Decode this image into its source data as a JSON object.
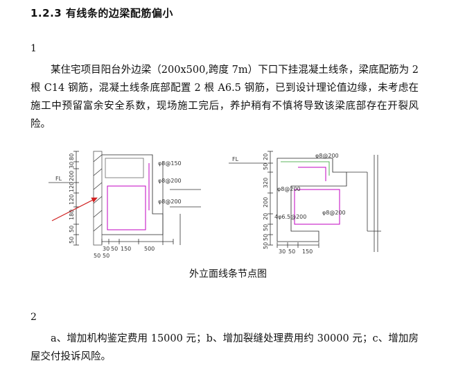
{
  "section": {
    "heading": "1.2.3 有线条的边梁配筋偏小"
  },
  "item1": {
    "number": "1",
    "text": "某住宅项目阳台外边梁（200x500,跨度 7m）下口下挂混凝土线条，梁底配筋为 2 根 C14 钢筋，混凝土线条底部配置 2 根 A6.5 钢筋，已到设计理论值边缘，未考虑在施工中预留富余安全系数，现场施工完后，养护稍有不慎将导致该梁底部存在开裂风险。"
  },
  "figure": {
    "caption": "外立面线条节点图",
    "left_drawing": {
      "dims_vertical": [
        "80",
        "30",
        "200",
        "120",
        "120",
        "180",
        "50",
        "50"
      ],
      "dims_horizontal": [
        "30",
        "50",
        "150",
        "500",
        "50",
        "50"
      ],
      "notes": [
        "φ8@150",
        "φ8@200",
        "φ8@200",
        "FL"
      ]
    },
    "right_drawing": {
      "dims_vertical": [
        "20",
        "50",
        "320",
        "200",
        "20",
        "50",
        "50",
        "50"
      ],
      "dims_horizontal": [
        "30",
        "50",
        "150"
      ],
      "notes": [
        "φ8@200",
        "φ8@200",
        "φ8@200",
        "4φ6.5@200",
        "FL"
      ]
    }
  },
  "item2": {
    "number": "2",
    "text": "a、增加机构鉴定费用 15000 元；b、增加裂缝处理费用约 30000 元；c、增加房屋交付投诉风险。"
  }
}
